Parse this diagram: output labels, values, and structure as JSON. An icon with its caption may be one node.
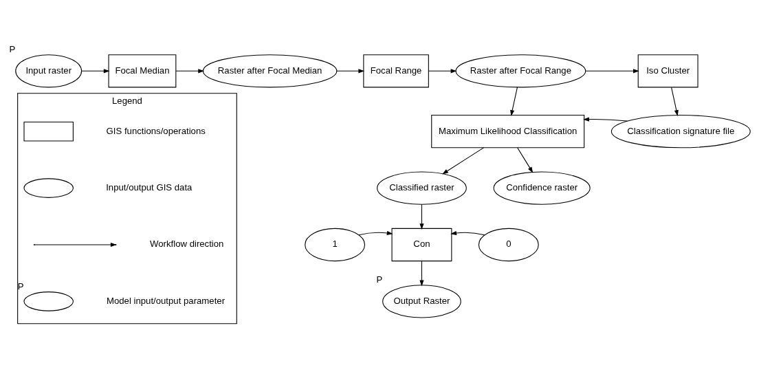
{
  "diagram": {
    "nodes": [
      {
        "text": [
          "Input raster"
        ],
        "beside": [
          "P"
        ]
      },
      {
        "text": [
          "Focal Median"
        ]
      },
      {
        "text": [
          "Raster after Focal Median"
        ]
      },
      {
        "text": [
          "Focal Range"
        ]
      },
      {
        "text": [
          "Raster after Focal Range"
        ]
      },
      {
        "text": [
          "Iso Cluster"
        ]
      },
      {
        "text": [
          "Classification signature file"
        ]
      },
      {
        "text": [
          "Maximum Likelihood Classification"
        ]
      },
      {
        "text": [
          "Classified raster"
        ]
      },
      {
        "text": [
          "Confidence raster"
        ]
      },
      {
        "text": [
          "1"
        ]
      },
      {
        "text": [
          "Con"
        ]
      },
      {
        "text": [
          "0"
        ]
      },
      {
        "text": [
          "Output Raster"
        ],
        "beside": [
          "P"
        ]
      },
      {
        "text": [
          "Legend"
        ]
      },
      {
        "text": [],
        "shape": "box",
        "in": 14
      },
      {
        "text": [],
        "shape": "ellipse",
        "in": 14
      },
      {
        "text": [],
        "shape": "ellipse",
        "in": 14,
        "beside": [
          "P"
        ]
      }
    ],
    "edges": [
      {
        "from": 0,
        "to": 1,
        "arrow": "to"
      },
      {
        "from": 1,
        "to": 2,
        "arrow": "to"
      },
      {
        "from": 2,
        "to": 3,
        "arrow": "to"
      },
      {
        "from": 3,
        "to": 4,
        "arrow": "to"
      },
      {
        "from": 4,
        "to": 5,
        "arrow": "to"
      },
      {
        "from": 5,
        "to": 6,
        "arrow": "to"
      },
      {
        "from": 4,
        "to": 7,
        "arrow": "to"
      },
      {
        "from": 6,
        "to": 7,
        "arrow": "to"
      },
      {
        "from": 7,
        "to": 8,
        "arrow": "to"
      },
      {
        "from": 7,
        "to": 9,
        "arrow": "to"
      },
      {
        "from": 8,
        "to": 11,
        "arrow": "to"
      },
      {
        "from": 10,
        "to": 11,
        "arrow": "to"
      },
      {
        "from": 12,
        "to": 11,
        "arrow": "to"
      },
      {
        "from": 11,
        "to": 13,
        "arrow": "to"
      }
    ],
    "legend": [
      {
        "text": "GIS functions/operations"
      },
      {
        "text": "Input/output GIS data"
      },
      {
        "text": "Workflow direction"
      },
      {
        "text": "Model input/output parameter"
      }
    ]
  }
}
